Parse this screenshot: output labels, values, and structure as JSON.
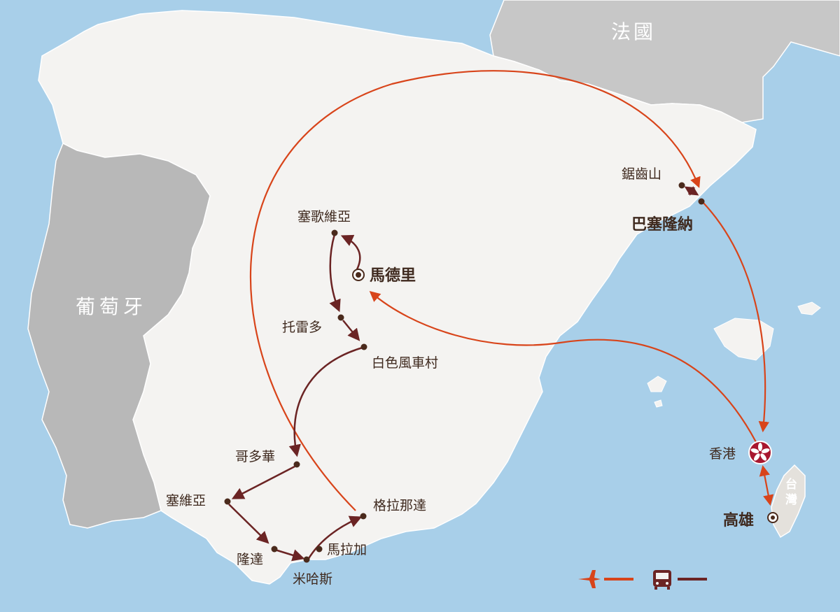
{
  "colors": {
    "sea": "#a8cfe9",
    "spain": "#f4f3f1",
    "portugal": "#b8b8b8",
    "france": "#c7c7c7",
    "flight": "#d8441a",
    "bus": "#6b2424",
    "dot": "#4a2a1c",
    "hk_badge": "#a8172f"
  },
  "countries": {
    "france": "法國",
    "portugal": "葡萄牙",
    "taiwan": "台灣"
  },
  "cities": {
    "madrid": "馬德里",
    "barcelona": "巴塞隆納",
    "montserrat": "鋸齒山",
    "segovia": "塞歌維亞",
    "toledo": "托雷多",
    "consuegra": "白色風車村",
    "cordoba": "哥多華",
    "seville": "塞維亞",
    "ronda": "隆達",
    "mijas": "米哈斯",
    "malaga": "馬拉加",
    "granada": "格拉那達",
    "hong_kong": "香港",
    "kaohsiung": "高雄"
  },
  "legend": {
    "flight_icon": "airplane-icon",
    "bus_icon": "bus-icon"
  }
}
